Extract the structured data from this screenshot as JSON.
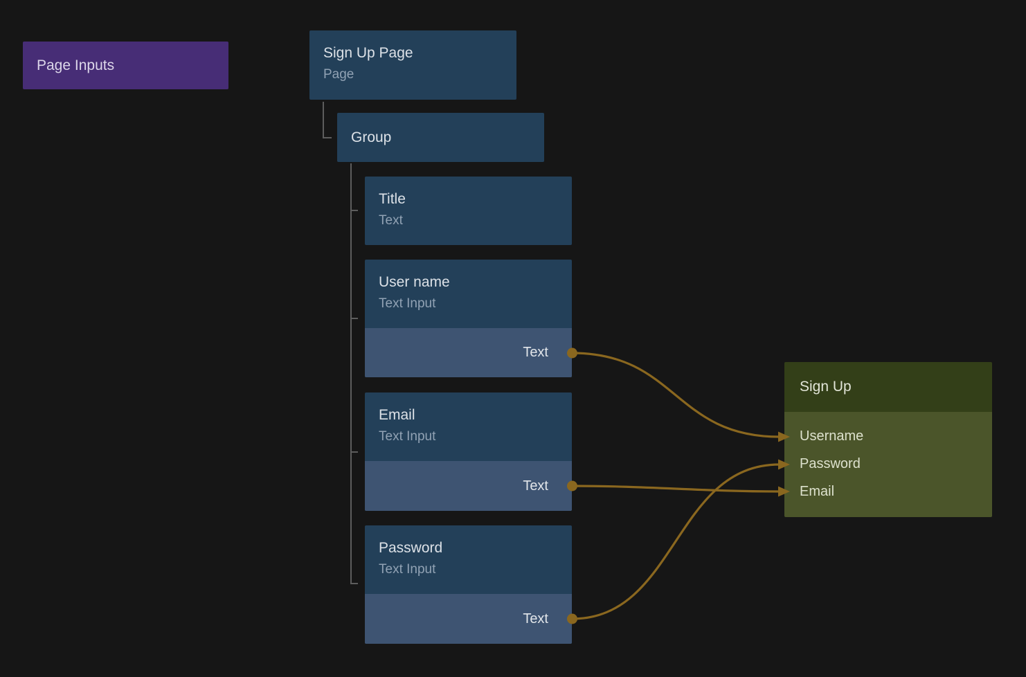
{
  "colors": {
    "canvas_bg": "#161616",
    "node_blue": "#234059",
    "node_blue_light": "#3e5472",
    "node_purple": "#472d76",
    "green_header": "#333f18",
    "green_body": "#4b552a",
    "wire_gold": "#8a671f"
  },
  "nodes": {
    "page_inputs": {
      "label": "Page Inputs"
    },
    "sign_up_page": {
      "title": "Sign Up Page",
      "subtitle": "Page"
    },
    "group": {
      "label": "Group"
    },
    "title_node": {
      "title": "Title",
      "subtitle": "Text"
    },
    "user_name": {
      "title": "User name",
      "subtitle": "Text Input",
      "output_port": "Text"
    },
    "email": {
      "title": "Email",
      "subtitle": "Text Input",
      "output_port": "Text"
    },
    "password": {
      "title": "Password",
      "subtitle": "Text Input",
      "output_port": "Text"
    },
    "sign_up": {
      "title": "Sign Up",
      "inputs": [
        "Username",
        "Password",
        "Email"
      ]
    }
  },
  "connections": [
    {
      "from": "User name.Text",
      "to": "Sign Up.Username"
    },
    {
      "from": "Email.Text",
      "to": "Sign Up.Email"
    },
    {
      "from": "Password.Text",
      "to": "Sign Up.Password"
    }
  ]
}
